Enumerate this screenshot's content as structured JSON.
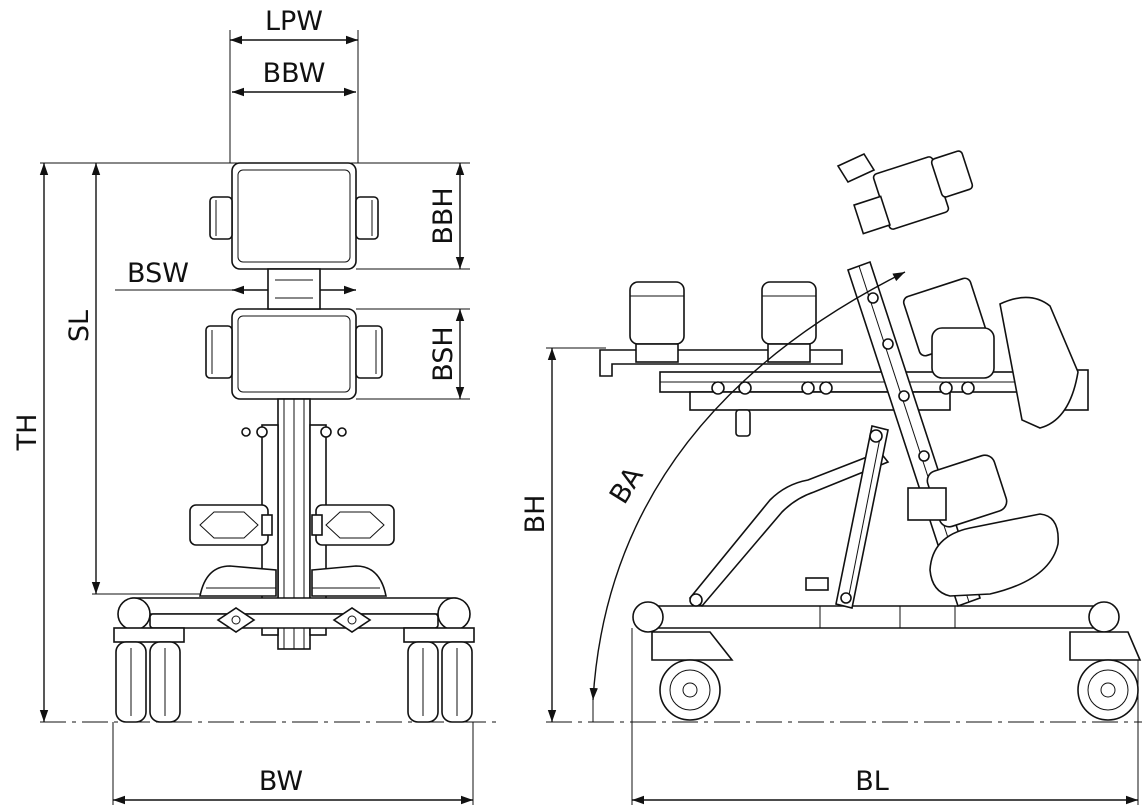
{
  "labels": {
    "lpw": "LPW",
    "bbw": "BBW",
    "bbh": "BBH",
    "bsw": "BSW",
    "bsh": "BSH",
    "sl": "SL",
    "th": "TH",
    "bw": "BW",
    "bh": "BH",
    "ba": "BA",
    "bl": "BL"
  },
  "colors": {
    "ink": "#111111",
    "background": "#ffffff"
  }
}
